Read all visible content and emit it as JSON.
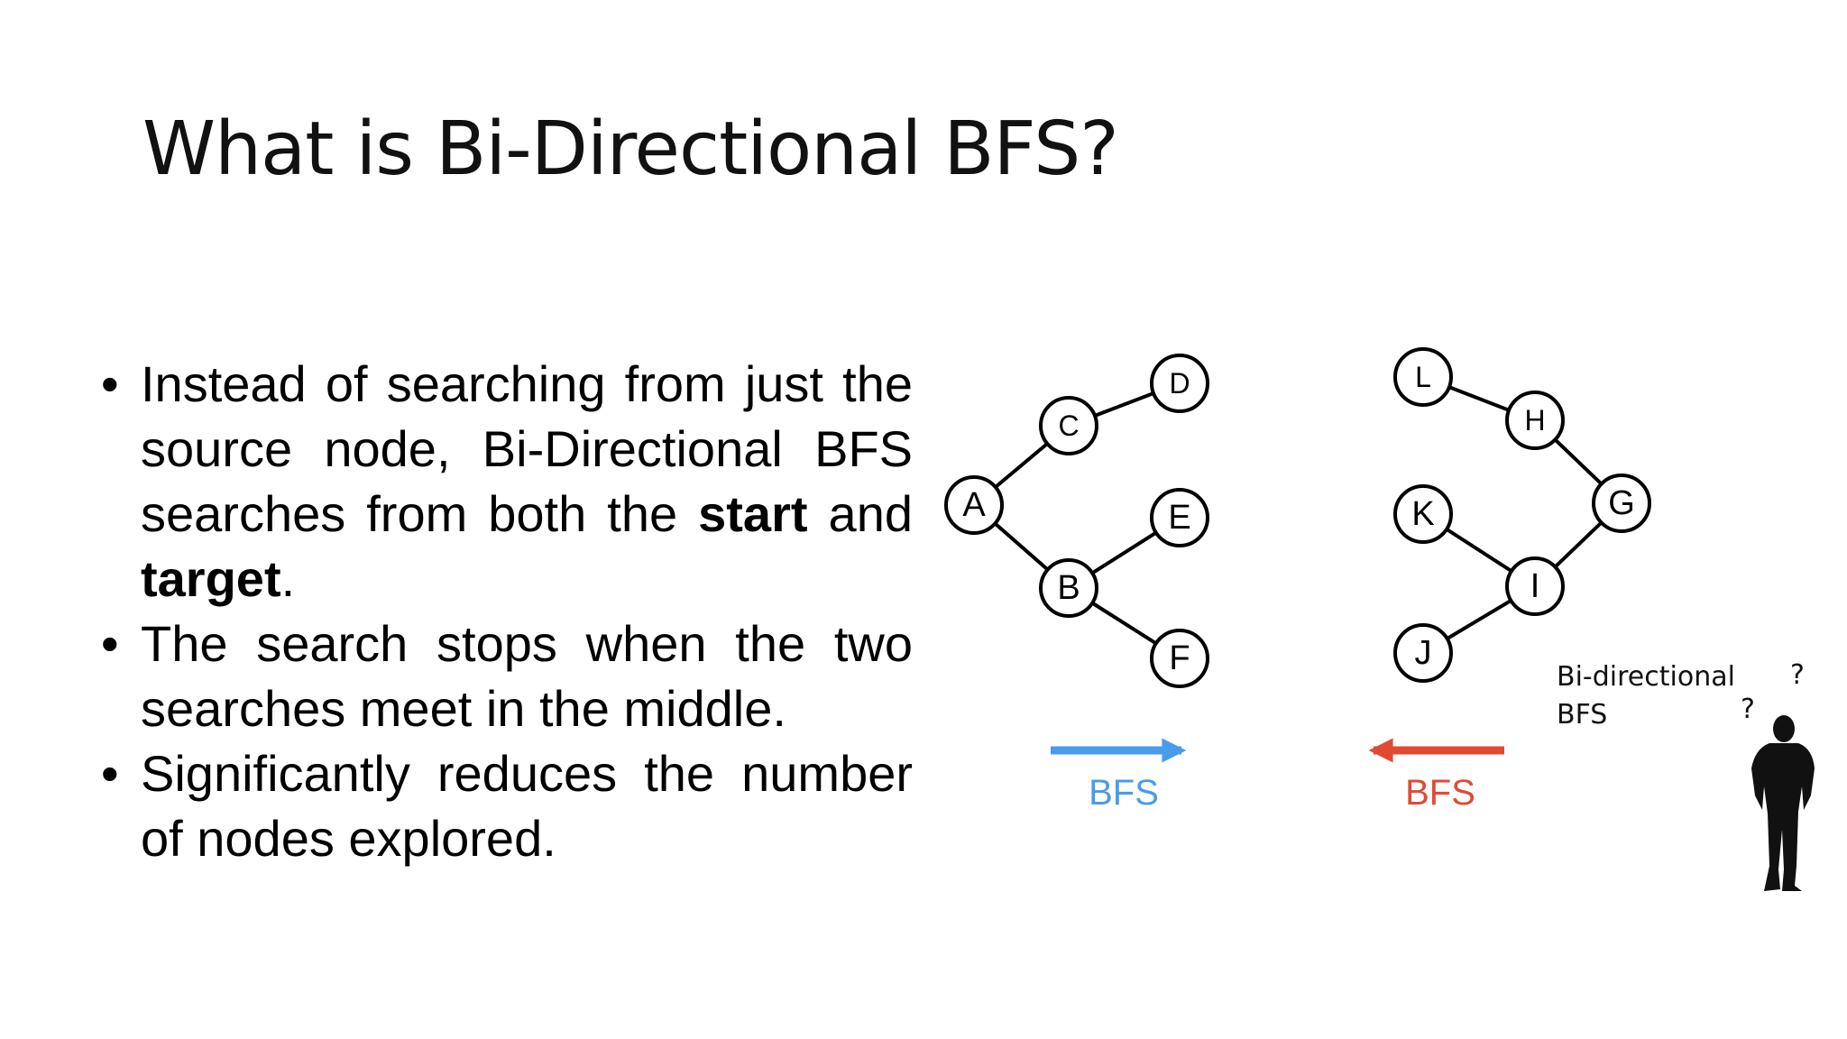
{
  "title": "What is Bi-Directional BFS?",
  "bullets": [
    {
      "lead": "Instead of searching from just the source node, Bi-Directional BFS searches from both the ",
      "bold1": "start",
      "mid": " and ",
      "bold2": "target",
      "tail": "."
    },
    {
      "text": "The search stops when the two searches meet in the middle."
    },
    {
      "text": "Significantly reduces the number of nodes explored."
    }
  ],
  "diagram": {
    "left_nodes": [
      "A",
      "B",
      "C",
      "D",
      "E",
      "F"
    ],
    "right_nodes": [
      "G",
      "H",
      "I",
      "J",
      "K",
      "L"
    ],
    "forward_label": "BFS",
    "backward_label": "BFS",
    "forward_color": "#4a9bea",
    "backward_color": "#e04a35",
    "caption_line1": "Bi-directional",
    "caption_line2": "BFS",
    "question_mark": "?",
    "person_icon": "person-silhouette-icon"
  }
}
